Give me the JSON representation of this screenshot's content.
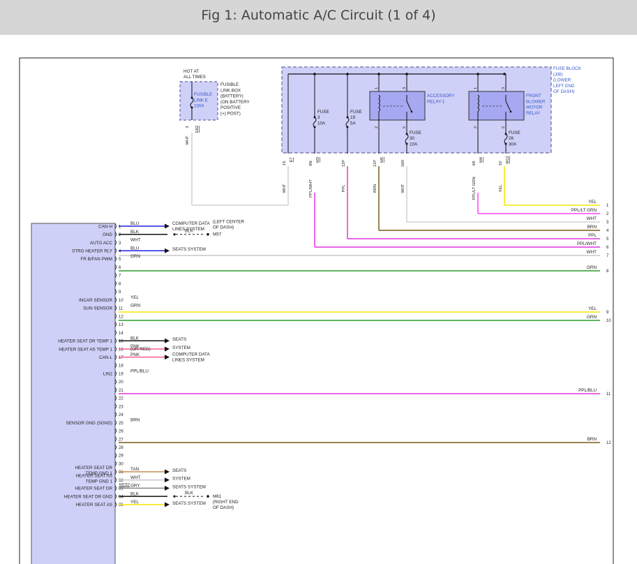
{
  "header": {
    "title": "Fig 1: Automatic A/C Circuit (1 of 4)"
  },
  "colors": {
    "yel": "#f2e600",
    "ppl_lt_grn": "#ff44ff",
    "wht": "#c8c8c8",
    "brn": "#7a5a1a",
    "ppl": "#e233e2",
    "ppl_wht": "#e233e2",
    "blu": "#2020e0",
    "grn": "#2a9d2a",
    "pnk": "#ff5a8a",
    "tan": "#c89050",
    "gry": "#888888",
    "blk": "#111111",
    "box_fill": "#cfd0f8",
    "box_border": "#6a6aa0",
    "blue_text": "#3355cc"
  },
  "fuse_block": {
    "label": [
      "FUSE BLOCK",
      "(J/B)",
      "(LOWER",
      "LEFT END",
      "OF DASH)"
    ],
    "fuses": [
      {
        "label": [
          "FUSE",
          "3",
          "10A"
        ]
      },
      {
        "label": [
          "FUSE",
          "19",
          "5A"
        ]
      },
      {
        "label": [
          "FUSE",
          "30",
          "10A"
        ]
      },
      {
        "label": [
          "FUSE",
          "26",
          "30A"
        ]
      }
    ],
    "relays": [
      {
        "label": [
          "ACCESSORY",
          "RELAY-1"
        ],
        "pins": [
          "1",
          "3",
          "2",
          "5"
        ]
      },
      {
        "label": [
          "FRONT",
          "BLOWER",
          "MOTOR",
          "RELAY"
        ],
        "pins": [
          "1",
          "3",
          "2",
          "5"
        ]
      }
    ],
    "outputs": [
      {
        "pin": "1S",
        "conn": "E7",
        "wire": "WHT"
      },
      {
        "pin": "8N",
        "conn": "M3",
        "wire": "PPL/WHT"
      },
      {
        "pin": "12P",
        "conn": "",
        "wire": "PPL"
      },
      {
        "pin": "11P",
        "conn": "M5",
        "wire": "BRN"
      },
      {
        "pin": "16R",
        "conn": "",
        "wire": "WHT"
      },
      {
        "pin": "4R",
        "conn": "M4",
        "wire": "PPL/LT GRN"
      },
      {
        "pin": "1V",
        "conn": "M12",
        "wire": "YEL"
      }
    ]
  },
  "fusible_link": {
    "hot_label": [
      "HOT AT",
      "ALL TIMES"
    ],
    "inside_label": [
      "FUSIBLE",
      "LINK E",
      "100A"
    ],
    "box_label": [
      "FUSIBLE",
      "LINK BOX",
      "(BATTERY)",
      "(ON BATTERY",
      "POSITIVE",
      "(+) POST)"
    ],
    "pin": "3",
    "conn": "E62",
    "wire": "WHT"
  },
  "module": {
    "labels": [
      {
        "pin": "1",
        "text": "CAN-H"
      },
      {
        "pin": "2",
        "text": "GND"
      },
      {
        "pin": "3",
        "text": "AUTO ACC"
      },
      {
        "pin": "4",
        "text": "STRG HEATER RLY"
      },
      {
        "pin": "5",
        "text": "FR B/FAN PWM"
      },
      {
        "pin": "10",
        "text": "INCAR SENSOR"
      },
      {
        "pin": "11",
        "text": "SUN SENSOR"
      },
      {
        "pin": "15",
        "text": "HEATER SEAT DR TEMP 1"
      },
      {
        "pin": "16",
        "text": "HEATER SEAT AS TEMP 1"
      },
      {
        "pin": "17",
        "text": "CAN-L"
      },
      {
        "pin": "19",
        "text": "LIN2"
      },
      {
        "pin": "25",
        "text": "SENSOR GND (SGND)"
      },
      {
        "pin": "31",
        "text": "HEATER SEAT DR TEMP GND 1"
      },
      {
        "pin": "32",
        "text": "HEATER SEAT AS TEMP GND 1"
      },
      {
        "pin": "33",
        "text": "HEATER SEAT DR"
      },
      {
        "pin": "34",
        "text": "HEATER SEAT DR GND"
      },
      {
        "pin": "35",
        "text": "HEATER SEAT AS"
      }
    ],
    "pins": [
      "1",
      "2",
      "3",
      "4",
      "5",
      "6",
      "7",
      "8",
      "9",
      "10",
      "11",
      "12",
      "13",
      "14",
      "15",
      "16",
      "17",
      "18",
      "19",
      "20",
      "21",
      "22",
      "23",
      "24",
      "25",
      "26",
      "27",
      "28",
      "29",
      "30",
      "31",
      "32",
      "33",
      "34",
      "35"
    ],
    "connector": "M152"
  },
  "wires": [
    {
      "pin": "1",
      "color": "BLU",
      "dest": [
        "COMPUTER DATA",
        "LINES SYSTEM"
      ]
    },
    {
      "pin": "2",
      "color": "BLK",
      "ground": "M57",
      "ground_wire": "BLK",
      "note": [
        "(LEFT CENTER",
        "OF DASH)"
      ]
    },
    {
      "pin": "3",
      "color": "WHT",
      "out": "7"
    },
    {
      "pin": "4",
      "color": "BLU",
      "dest": [
        "SEATS SYSTEM"
      ]
    },
    {
      "pin": "5",
      "color": "GRN",
      "out": "8"
    },
    {
      "pin": "10",
      "color": "YEL",
      "out": "9"
    },
    {
      "pin": "11",
      "color": "GRN",
      "out": "10"
    },
    {
      "pin": "15",
      "color": "BLK",
      "dest": [
        "SEATS"
      ]
    },
    {
      "pin": "16",
      "color": "PNK",
      "dest": [
        "SYSTEM"
      ]
    },
    {
      "pin": "17",
      "color": "PNK",
      "alt": "(OR RED)",
      "dest": [
        "COMPUTER DATA",
        "LINES SYSTEM"
      ]
    },
    {
      "pin": "19",
      "color": "PPL/BLU",
      "out": "11"
    },
    {
      "pin": "25",
      "color": "BRN",
      "out": "12"
    },
    {
      "pin": "31",
      "color": "TAN",
      "dest": [
        "SEATS"
      ]
    },
    {
      "pin": "32",
      "color": "WHT",
      "dest": [
        "SYSTEM"
      ]
    },
    {
      "pin": "33",
      "color": "GRY",
      "dest": [
        "SEATS SYSTEM"
      ]
    },
    {
      "pin": "34",
      "color": "BLK",
      "ground": "M61",
      "ground_wire": "BLK",
      "note": [
        "(RIGHT END",
        "OF DASH)"
      ]
    },
    {
      "pin": "35",
      "color": "YEL",
      "dest": [
        "SEATS SYSTEM"
      ]
    }
  ],
  "outputs_right": [
    {
      "num": "1",
      "wire": "YEL"
    },
    {
      "num": "2",
      "wire": "PPL/LT GRN"
    },
    {
      "num": "3",
      "wire": "WHT"
    },
    {
      "num": "4",
      "wire": "BRN"
    },
    {
      "num": "5",
      "wire": "PPL"
    },
    {
      "num": "6",
      "wire": "PPL/WHT"
    },
    {
      "num": "7",
      "wire": "WHT"
    },
    {
      "num": "8",
      "wire": "GRN"
    },
    {
      "num": "9",
      "wire": "YEL"
    },
    {
      "num": "10",
      "wire": "GRN"
    },
    {
      "num": "11",
      "wire": "PPL/BLU"
    },
    {
      "num": "12",
      "wire": "BRN"
    }
  ]
}
